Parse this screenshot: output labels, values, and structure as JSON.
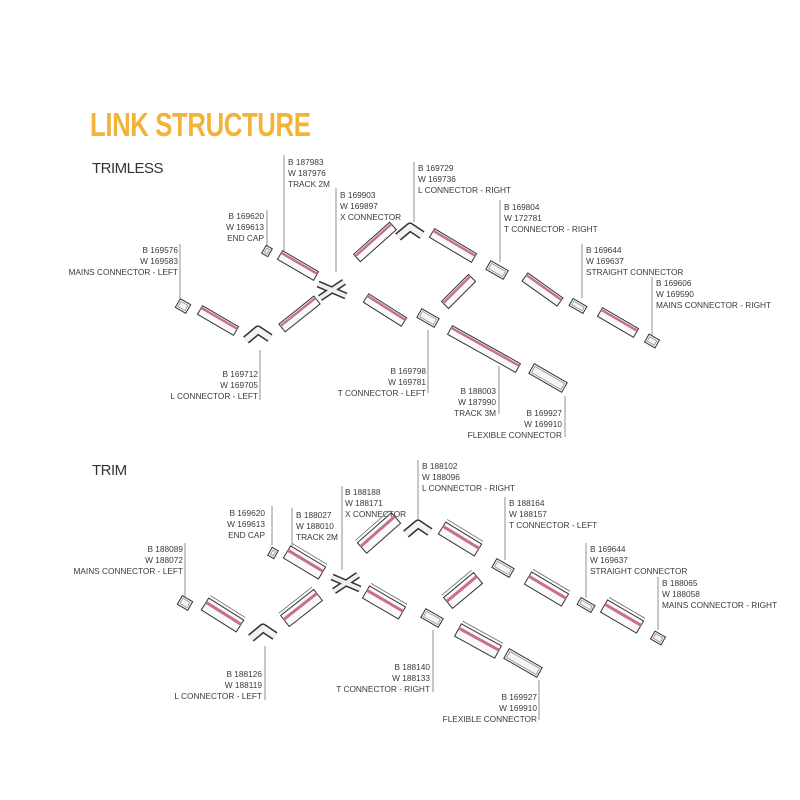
{
  "title": "LINK STRUCTURE",
  "trimless": {
    "heading": "TRIMLESS",
    "parts": [
      {
        "b": "B 187983",
        "w": "W 187976",
        "name": "TRACK 2M"
      },
      {
        "b": "B 169903",
        "w": "W 169897",
        "name": "X CONNECTOR"
      },
      {
        "b": "B 169620",
        "w": "W 169613",
        "name": "END CAP"
      },
      {
        "b": "B 169576",
        "w": "W 169583",
        "name": "MAINS CONNECTOR - LEFT"
      },
      {
        "b": "B 169729",
        "w": "W 169736",
        "name": "L CONNECTOR - RIGHT"
      },
      {
        "b": "B 169804",
        "w": "W 172781",
        "name": "T CONNECTOR - RIGHT"
      },
      {
        "b": "B 169644",
        "w": "W 169637",
        "name": "STRAIGHT CONNECTOR"
      },
      {
        "b": "B 169606",
        "w": "W 169590",
        "name": "MAINS CONNECTOR - RIGHT"
      },
      {
        "b": "B 169712",
        "w": "W 169705",
        "name": "L CONNECTOR - LEFT"
      },
      {
        "b": "B 169798",
        "w": "W 169781",
        "name": "T CONNECTOR - LEFT"
      },
      {
        "b": "B 188003",
        "w": "W 187990",
        "name": "TRACK 3M"
      },
      {
        "b": "B 169927",
        "w": "W 169910",
        "name": "FLEXIBLE CONNECTOR"
      }
    ]
  },
  "trim": {
    "heading": "TRIM",
    "parts": [
      {
        "b": "B 188027",
        "w": "W 188010",
        "name": "TRACK 2M"
      },
      {
        "b": "B 188188",
        "w": "W 188171",
        "name": "X CONNECTOR"
      },
      {
        "b": "B 169620",
        "w": "W 169613",
        "name": "END CAP"
      },
      {
        "b": "B 188089",
        "w": "W 188072",
        "name": "MAINS CONNECTOR - LEFT"
      },
      {
        "b": "B 188102",
        "w": "W 188096",
        "name": "L CONNECTOR - RIGHT"
      },
      {
        "b": "B 188164",
        "w": "W 188157",
        "name": "T CONNECTOR - LEFT"
      },
      {
        "b": "B 169644",
        "w": "W 169637",
        "name": "STRAIGHT CONNECTOR"
      },
      {
        "b": "B 188065",
        "w": "W 188058",
        "name": "MAINS CONNECTOR - RIGHT"
      },
      {
        "b": "B 188126",
        "w": "W 188119",
        "name": "L CONNECTOR - LEFT"
      },
      {
        "b": "B 188140",
        "w": "W 188133",
        "name": "T CONNECTOR - RIGHT"
      },
      {
        "b": "B 169927",
        "w": "W 169910",
        "name": "FLEXIBLE CONNECTOR"
      }
    ]
  },
  "colors": {
    "accent": "#f2b33a",
    "track_stripe": "#c8708a"
  }
}
